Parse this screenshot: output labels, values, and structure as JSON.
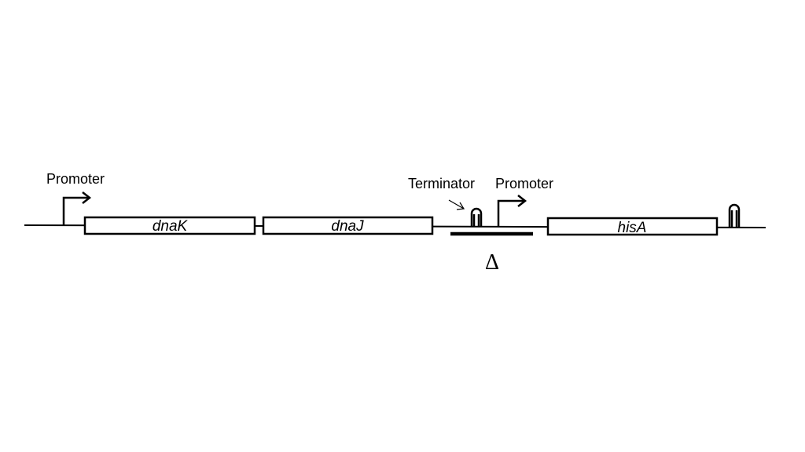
{
  "genes": [
    {
      "id": "dnaK",
      "label": "dnaK"
    },
    {
      "id": "dnaJ",
      "label": "dnaJ"
    },
    {
      "id": "hisA",
      "label": "hisA"
    }
  ],
  "labels": {
    "promoter_left": "Promoter",
    "terminator": "Terminator",
    "promoter_right": "Promoter",
    "deletion_symbol": "Δ"
  },
  "colors": {
    "line": "#000000",
    "background": "#ffffff"
  }
}
